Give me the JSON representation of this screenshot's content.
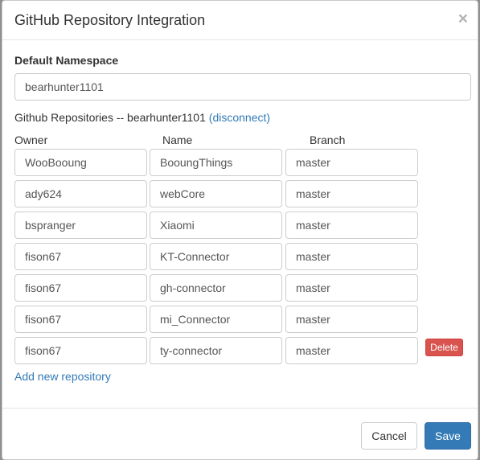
{
  "dialog": {
    "title": "GitHub Repository Integration",
    "close_label": "×"
  },
  "namespace": {
    "label": "Default Namespace",
    "value": "bearhunter1101"
  },
  "repos_header": {
    "prefix": "Github Repositories -- bearhunter1101",
    "disconnect_label": "(disconnect)"
  },
  "columns": {
    "owner": "Owner",
    "name": "Name",
    "branch": "Branch"
  },
  "rows": [
    {
      "owner": "WooBooung",
      "name": "BooungThings",
      "branch": "master"
    },
    {
      "owner": "ady624",
      "name": "webCore",
      "branch": "master"
    },
    {
      "owner": "bspranger",
      "name": "Xiaomi",
      "branch": "master"
    },
    {
      "owner": "fison67",
      "name": "KT-Connector",
      "branch": "master"
    },
    {
      "owner": "fison67",
      "name": "gh-connector",
      "branch": "master"
    },
    {
      "owner": "fison67",
      "name": "mi_Connector",
      "branch": "master"
    },
    {
      "owner": "fison67",
      "name": "ty-connector",
      "branch": "master"
    }
  ],
  "delete_label": "Delete",
  "add_repo_label": "Add new repository",
  "footer": {
    "cancel_label": "Cancel",
    "save_label": "Save"
  },
  "colors": {
    "link": "#337ab7",
    "primary": "#337ab7",
    "danger": "#d9534f"
  }
}
